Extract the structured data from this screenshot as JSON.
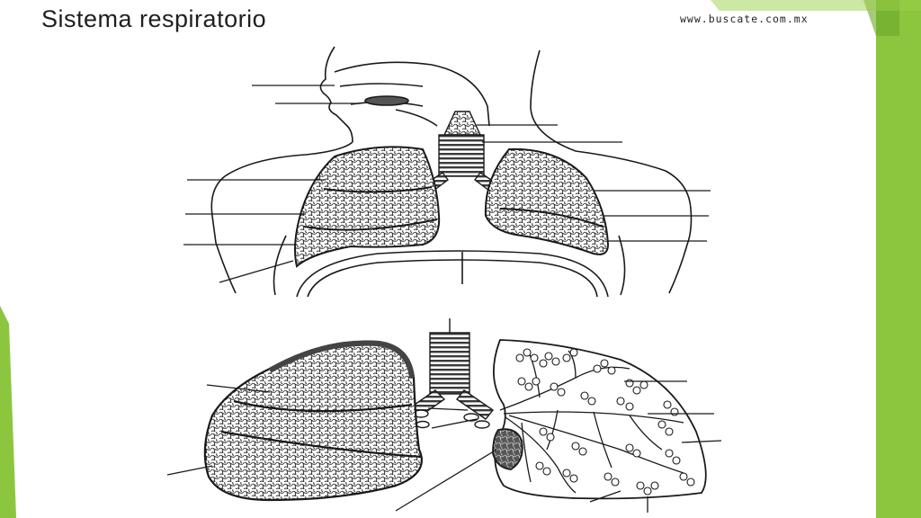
{
  "slide": {
    "title": "Sistema respiratorio",
    "watermark": "www.buscate.com.mx"
  },
  "colors": {
    "accent_green": "#8cc63f",
    "accent_green_dark": "#6aa82a",
    "line": "#1a1a1a",
    "lung_fill": "#6b6b6b"
  },
  "diagram": {
    "upper_figure": "head-and-torso-respiratory-system",
    "lower_figure": "lungs-detail-with-bronchial-tree"
  }
}
